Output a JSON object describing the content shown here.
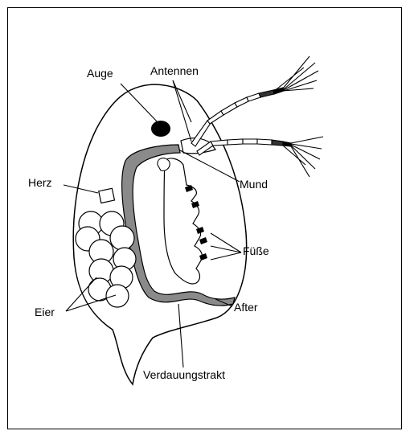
{
  "labels": {
    "eye": "Auge",
    "antennae": "Antennen",
    "mouth": "Mund",
    "heart": "Herz",
    "legs": "Füße",
    "eggs": "Eier",
    "anus": "After",
    "gut": "Verdauungstrakt"
  },
  "colors": {
    "outline": "#000000",
    "gut_fill": "#8a8a8a",
    "body_fill": "#ffffff"
  }
}
